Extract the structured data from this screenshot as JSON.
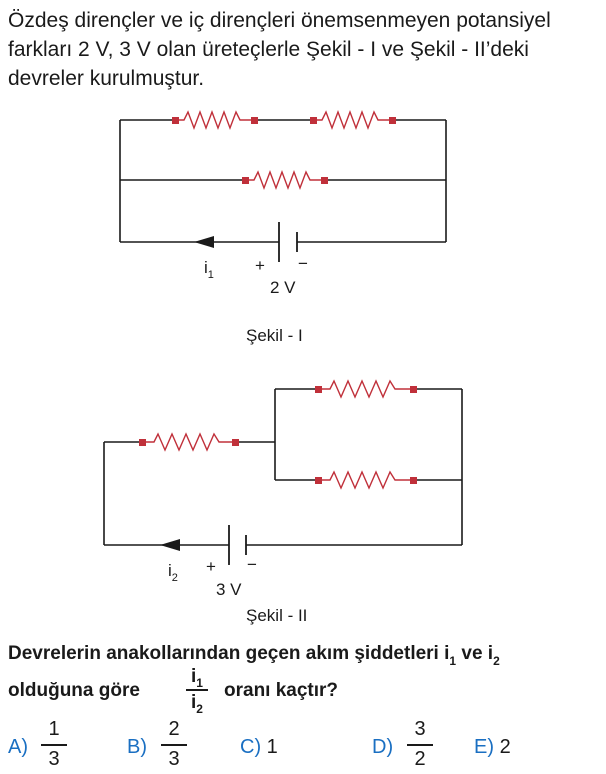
{
  "intro": {
    "line1": "Özdeş dirençler ve iç dirençleri önemsenmeyen potansiyel",
    "line2": "farkları 2 V, 3 V olan üreteçlerle Şekil - I ve Şekil - II’deki",
    "line3": "devreler kurulmuştur."
  },
  "figure1": {
    "current_label": "i",
    "current_sub": "1",
    "plus": "+",
    "minus": "−",
    "voltage": "2 V",
    "caption": "Şekil - I"
  },
  "figure2": {
    "current_label": "i",
    "current_sub": "2",
    "plus": "+",
    "minus": "−",
    "voltage": "3 V",
    "caption": "Şekil - II"
  },
  "question": {
    "line1_text": "Devrelerin anakollarından geçen akım şiddetleri i",
    "line1_sub1": "1",
    "line1_mid": " ve i",
    "line1_sub2": "2",
    "line2_pre": "olduğuna göre",
    "frac_num": "i",
    "frac_num_sub": "1",
    "frac_den": "i",
    "frac_den_sub": "2",
    "line2_post": "oranı kaçtır?"
  },
  "options": {
    "a_letter": "A)",
    "a_num": "1",
    "a_den": "3",
    "b_letter": "B)",
    "b_num": "2",
    "b_den": "3",
    "c_letter": "C)",
    "c_value": "1",
    "d_letter": "D)",
    "d_num": "3",
    "d_den": "2",
    "e_letter": "E)",
    "e_value": "2"
  },
  "colors": {
    "wire": "#1a1a1a",
    "resistor": "#c0303a",
    "option_letter": "#1a6fc2"
  }
}
